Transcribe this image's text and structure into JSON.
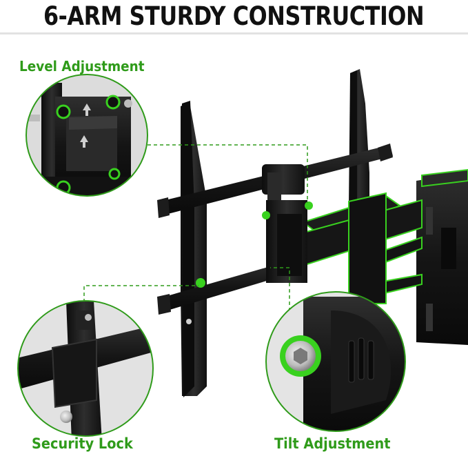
{
  "headline": "6-ARM STURDY CONSTRUCTION",
  "callouts": {
    "level": "Level Adjustment",
    "security": "Security Lock",
    "tilt": "Tilt Adjustment"
  },
  "colors": {
    "accent_green": "#2f9b1a",
    "highlight_green": "#39d11f",
    "metal": "#1a1a1a",
    "metal_light": "#3a3a3a"
  },
  "icons": [
    "level-arrow-icon",
    "hex-bolt-icon",
    "screw-icon"
  ]
}
